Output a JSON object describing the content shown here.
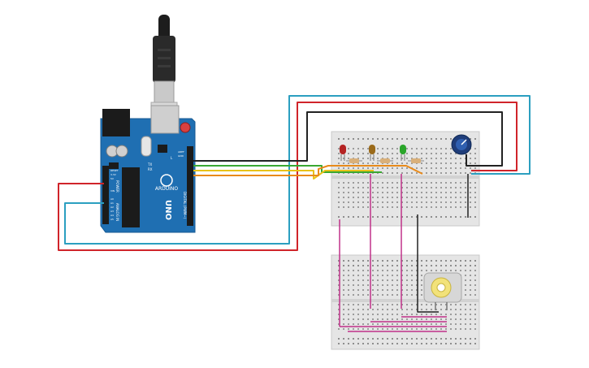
{
  "board": {
    "model_text": "UNO",
    "brand_text": "ARDUINO",
    "digital_text": "DIGITAL (PWM~)",
    "power_text": "POWER",
    "analog_text": "ANALOG IN",
    "tx_text": "TX",
    "rx_text": "RX",
    "l_text": "L",
    "aref_text": "AREF",
    "gnd_text": "GND",
    "reset_text": "RESET",
    "v33_text": "3.3V",
    "v5_text": "5V",
    "vin_text": "VIN",
    "a0_text": "A0",
    "a1_text": "A1",
    "a2_text": "A2",
    "a3_text": "A3",
    "a4_text": "A4",
    "a5_text": "A5",
    "color": "#1f6fb2"
  },
  "wire_colors": {
    "red": "#d0242a",
    "cyan": "#2b9fc0",
    "black": "#222222",
    "green": "#3aa832",
    "yellow": "#e8c21a",
    "orange": "#e88a1a",
    "magenta": "#c0328a"
  },
  "led_colors": [
    "#b42323",
    "#9a6a1a",
    "#2aa52a"
  ],
  "icons": [
    "usb-cable-icon",
    "potentiometer-icon",
    "dc-motor-icon",
    "led-icon",
    "resistor-icon"
  ]
}
